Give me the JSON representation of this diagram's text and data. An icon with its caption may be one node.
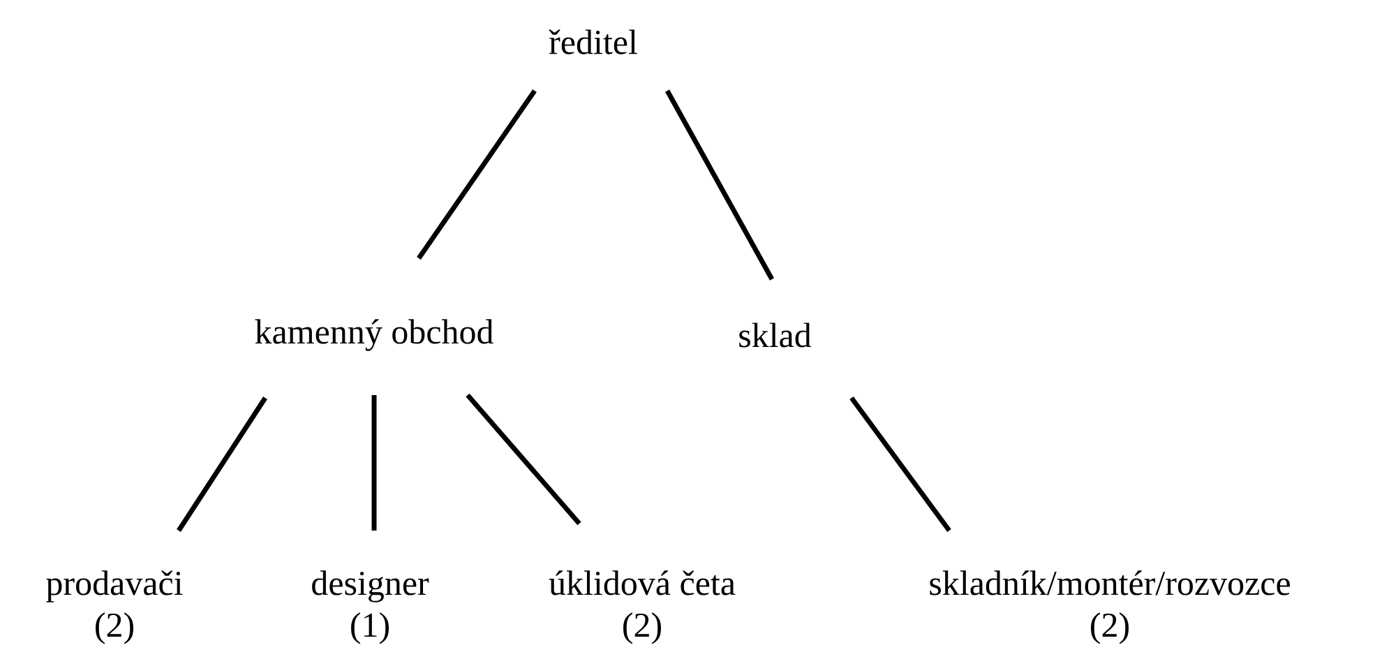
{
  "diagram": {
    "nodes": [
      {
        "text": [
          "ředitel"
        ]
      },
      {
        "text": [
          "kamenný obchod"
        ]
      },
      {
        "text": [
          "sklad"
        ]
      },
      {
        "text": [
          "prodavači",
          "(2)"
        ]
      },
      {
        "text": [
          "designer",
          "(1)"
        ]
      },
      {
        "text": [
          "úklidová četa",
          "(2)"
        ]
      },
      {
        "text": [
          "skladník/montér/rozvozce",
          "(2)"
        ]
      }
    ],
    "edges": [
      {
        "from": 0,
        "to": 1,
        "arrow": "none"
      },
      {
        "from": 0,
        "to": 2,
        "arrow": "none"
      },
      {
        "from": 1,
        "to": 3,
        "arrow": "none"
      },
      {
        "from": 1,
        "to": 4,
        "arrow": "none"
      },
      {
        "from": 1,
        "to": 5,
        "arrow": "none"
      },
      {
        "from": 2,
        "to": 6,
        "arrow": "none"
      }
    ]
  }
}
